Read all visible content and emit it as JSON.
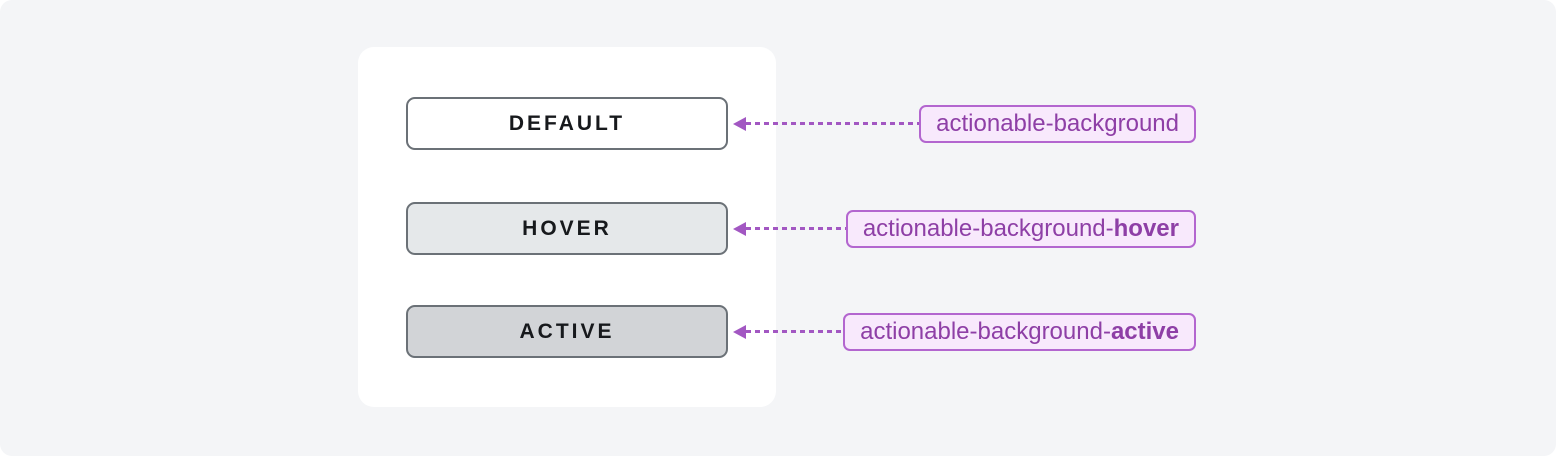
{
  "page": {
    "background_color": "#f4f5f7",
    "card_background": "#ffffff"
  },
  "colors": {
    "button_border": "#6b7177",
    "button_text": "#17191c",
    "button_default_background": "#ffffff",
    "button_hover_background": "#e5e8ea",
    "button_active_background": "#d2d4d7",
    "annotation_arrow_purple": "#a257c2",
    "badge_border": "#b366cf",
    "badge_background": "#f8e9fc",
    "badge_text": "#8e3fa6"
  },
  "buttons": [
    {
      "label": "DEFAULT",
      "background": "#ffffff"
    },
    {
      "label": "HOVER",
      "background": "#e5e8ea"
    },
    {
      "label": "ACTIVE",
      "background": "#d2d4d7"
    }
  ],
  "annotations": [
    {
      "token_prefix": "actionable-background",
      "token_bold_suffix": ""
    },
    {
      "token_prefix": "actionable-background-",
      "token_bold_suffix": "hover"
    },
    {
      "token_prefix": "actionable-background-",
      "token_bold_suffix": "active"
    }
  ],
  "icons": [
    {
      "name": "arrow-left-icon",
      "glyph": "◀",
      "color": "#a257c2"
    }
  ]
}
